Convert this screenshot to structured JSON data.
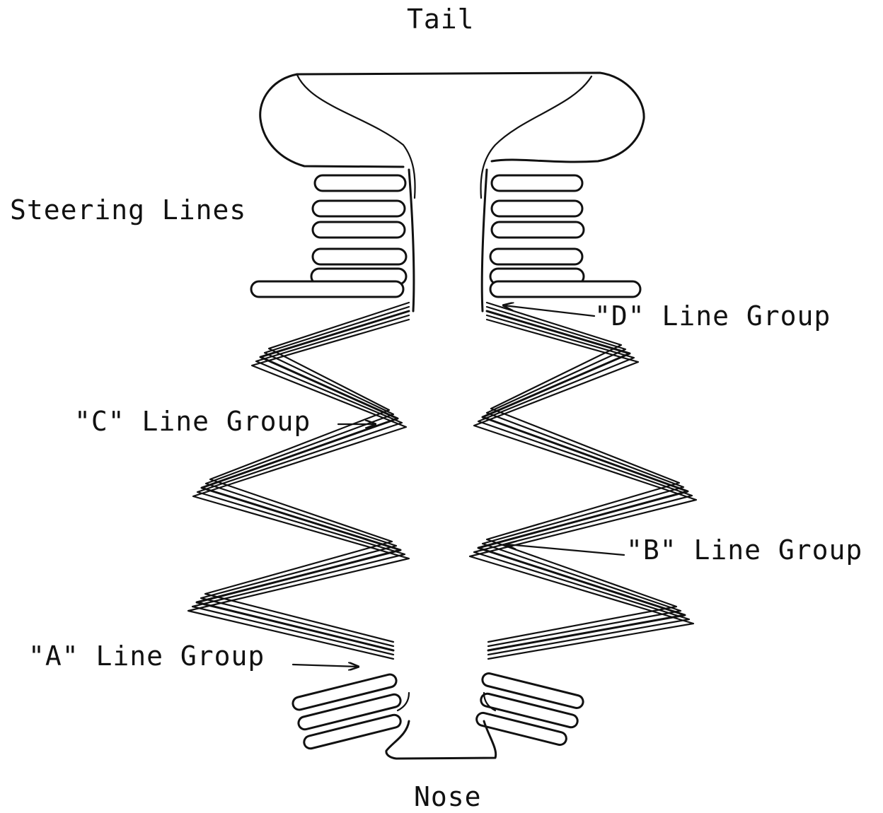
{
  "labels": {
    "tail": "Tail",
    "nose": "Nose",
    "steering_lines": "Steering Lines",
    "d_group": "\"D\" Line Group",
    "c_group": "\"C\" Line Group",
    "b_group": "\"B\" Line Group",
    "a_group": "\"A\" Line Group"
  },
  "colors": {
    "ink": "#111111",
    "background": "#ffffff"
  }
}
